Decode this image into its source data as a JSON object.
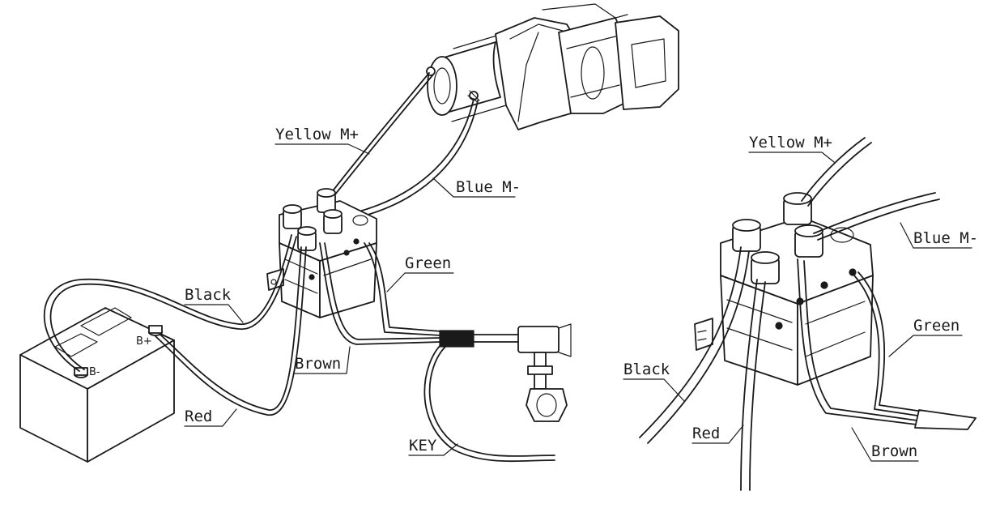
{
  "left_diagram": {
    "labels": {
      "yellow": "Yellow M+",
      "blue": "Blue M-",
      "green": "Green",
      "black": "Black",
      "brown": "Brown",
      "red": "Red",
      "key": "KEY"
    },
    "battery": {
      "neg": "B-",
      "pos": "B+"
    }
  },
  "right_diagram": {
    "labels": {
      "yellow": "Yellow M+",
      "blue": "Blue M-",
      "green": "Green",
      "black": "Black",
      "red": "Red",
      "brown": "Brown"
    }
  },
  "icons": [
    "winch-icon",
    "solenoid-icon",
    "battery-icon",
    "key-switch-icon"
  ]
}
